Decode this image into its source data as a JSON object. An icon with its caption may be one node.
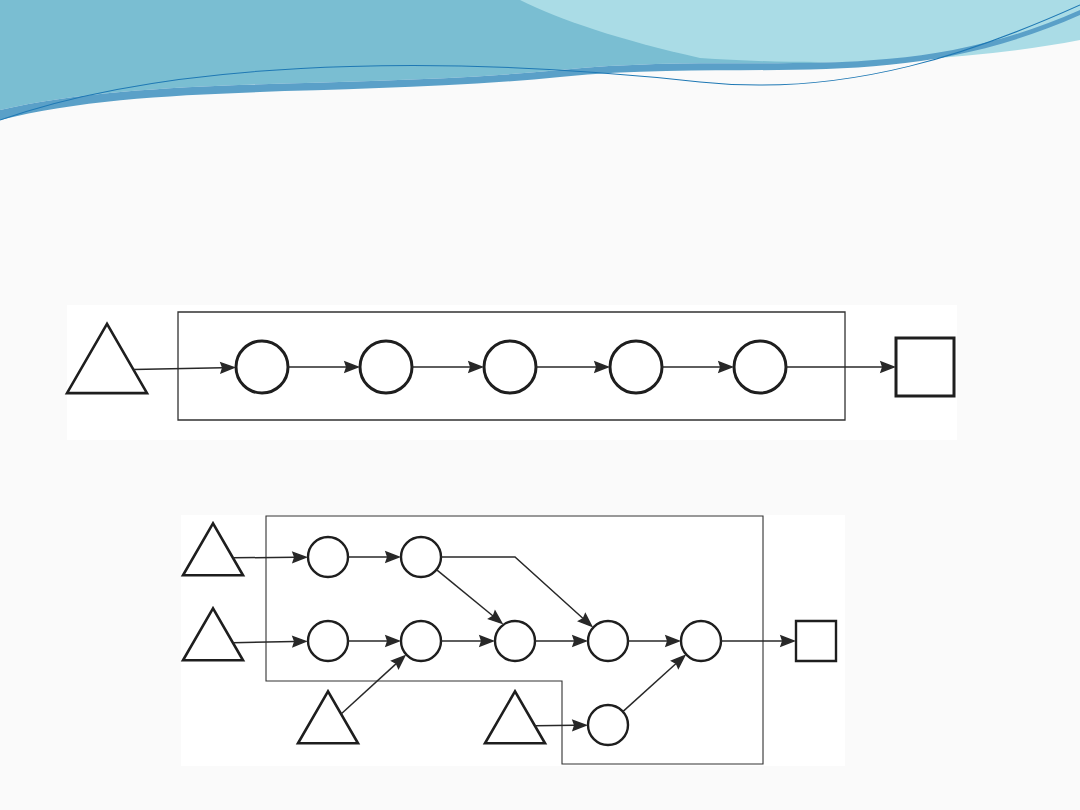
{
  "diagram": {
    "nodes": [
      {
        "text": [],
        "shape": "triangle"
      },
      {
        "text": [],
        "shape": "circle"
      },
      {
        "text": [],
        "shape": "circle"
      },
      {
        "text": [],
        "shape": "circle"
      },
      {
        "text": [],
        "shape": "circle"
      },
      {
        "text": [],
        "shape": "circle"
      },
      {
        "text": [],
        "shape": "box"
      },
      {
        "text": [],
        "shape": "triangle"
      },
      {
        "text": [],
        "shape": "circle"
      },
      {
        "text": [],
        "shape": "circle"
      },
      {
        "text": [],
        "shape": "triangle"
      },
      {
        "text": [],
        "shape": "circle"
      },
      {
        "text": [],
        "shape": "circle"
      },
      {
        "text": [],
        "shape": "circle"
      },
      {
        "text": [],
        "shape": "circle"
      },
      {
        "text": [],
        "shape": "circle"
      },
      {
        "text": [],
        "shape": "box"
      },
      {
        "text": [],
        "shape": "triangle"
      },
      {
        "text": [],
        "shape": "triangle"
      },
      {
        "text": [],
        "shape": "circle"
      }
    ],
    "edges": [
      {
        "from": 0,
        "to": 1,
        "arrow": "to"
      },
      {
        "from": 1,
        "to": 2,
        "arrow": "to"
      },
      {
        "from": 2,
        "to": 3,
        "arrow": "to"
      },
      {
        "from": 3,
        "to": 4,
        "arrow": "to"
      },
      {
        "from": 4,
        "to": 5,
        "arrow": "to"
      },
      {
        "from": 5,
        "to": 6,
        "arrow": "to"
      },
      {
        "from": 7,
        "to": 8,
        "arrow": "to"
      },
      {
        "from": 8,
        "to": 9,
        "arrow": "to"
      },
      {
        "from": 9,
        "to": 13,
        "arrow": "to"
      },
      {
        "from": 9,
        "to": 14,
        "arrow": "to"
      },
      {
        "from": 10,
        "to": 11,
        "arrow": "to"
      },
      {
        "from": 11,
        "to": 12,
        "arrow": "to"
      },
      {
        "from": 12,
        "to": 13,
        "arrow": "to"
      },
      {
        "from": 13,
        "to": 14,
        "arrow": "to"
      },
      {
        "from": 14,
        "to": 15,
        "arrow": "to"
      },
      {
        "from": 15,
        "to": 16,
        "arrow": "to"
      },
      {
        "from": 17,
        "to": 12,
        "arrow": "to"
      },
      {
        "from": 18,
        "to": 19,
        "arrow": "to"
      },
      {
        "from": 19,
        "to": 15,
        "arrow": "to"
      }
    ]
  }
}
